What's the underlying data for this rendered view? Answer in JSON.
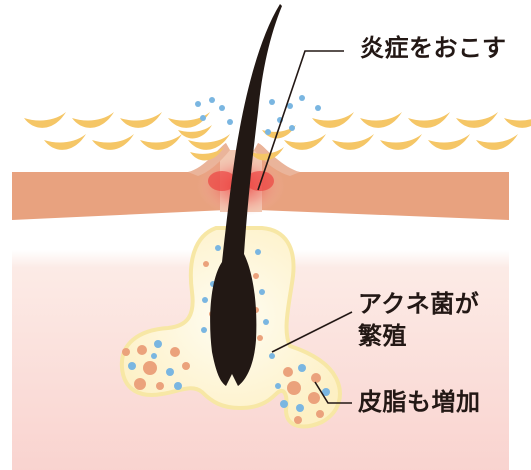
{
  "labels": {
    "inflammation": "炎症をおこす",
    "acne_line1": "アクネ菌が",
    "acne_line2": "繁殖",
    "sebum": "皮脂も増加"
  },
  "colors": {
    "skin_band": "#e8a27f",
    "dermis_top": "#fcebe6",
    "dermis_bottom": "#f9d3cf",
    "flakes": "#f5c666",
    "hair": "#221814",
    "sebum_fill": "#fdf4d3",
    "sebum_stroke": "#f7e7a5",
    "bacteria_blue": "#7ab6e1",
    "sebum_orange": "#eba27c",
    "inflammation_red": "#ec4442",
    "leader_line": "#231815"
  }
}
